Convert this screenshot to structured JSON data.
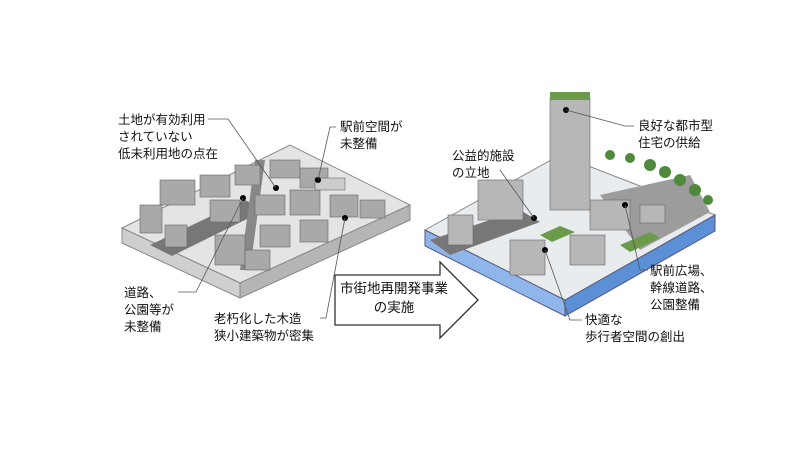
{
  "before": {
    "labels": {
      "underused_land": [
        "土地が有効利用",
        "されていない",
        "低未利用地の点在"
      ],
      "station_space": [
        "駅前空間が",
        "未整備"
      ],
      "roads_parks": [
        "道路、",
        "公園等が",
        "未整備"
      ],
      "old_wooden": [
        "老朽化した木造",
        "狭小建築物が密集"
      ]
    }
  },
  "arrow": {
    "lines": [
      "市街地再開発事業",
      "の実施"
    ]
  },
  "after": {
    "labels": {
      "public_facilities": [
        "公益的施設",
        "の立地"
      ],
      "housing": [
        "良好な都市型",
        "住宅の供給"
      ],
      "station_plaza": [
        "駅前広場、",
        "幹線道路、",
        "公園整備"
      ],
      "pedestrian": [
        "快適な",
        "歩行者空間の創出"
      ]
    }
  },
  "colors": {
    "slab_side_after": "#5b8fd6",
    "slab_gray": "#bdbdbd",
    "roof_green": "#6a9a4a"
  }
}
